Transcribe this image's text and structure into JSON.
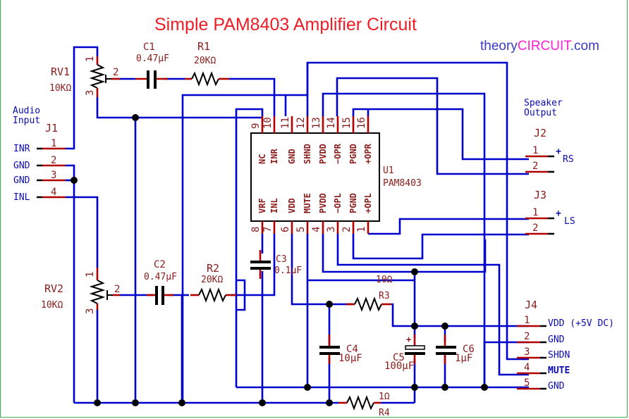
{
  "title": "Simple PAM8403 Amplifier Circuit",
  "brand": {
    "prefix": "theory",
    "highlight": "CIRCUIT",
    "suffix": ".com"
  },
  "colors": {
    "title": "#ee1c24",
    "wire": "#0000cc",
    "component_label": "#8b1a1a",
    "net_label": "#0b0bb0",
    "brand_blue": "#3a3acc",
    "brand_pink": "#ff1fd2"
  },
  "sections": {
    "audio_input": [
      "Audio",
      "Input"
    ],
    "speaker_output": [
      "Speaker",
      "Output"
    ]
  },
  "components": {
    "RV1": {
      "ref": "RV1",
      "value": "10KΩ",
      "pins": [
        "1",
        "2",
        "3"
      ]
    },
    "RV2": {
      "ref": "RV2",
      "value": "10KΩ",
      "pins": [
        "1",
        "2",
        "3"
      ]
    },
    "C1": {
      "ref": "C1",
      "value": "0.47µF"
    },
    "C2": {
      "ref": "C2",
      "value": "0.47µF"
    },
    "C3": {
      "ref": "C3",
      "value": "0.1µF"
    },
    "C4": {
      "ref": "C4",
      "value": "10µF"
    },
    "C5": {
      "ref": "C5",
      "value": "100µF",
      "polarity": "+"
    },
    "C6": {
      "ref": "C6",
      "value": "1µF"
    },
    "R1": {
      "ref": "R1",
      "value": "20KΩ"
    },
    "R2": {
      "ref": "R2",
      "value": "20KΩ"
    },
    "R3": {
      "ref": "R3",
      "value": "10Ω"
    },
    "R4": {
      "ref": "R4",
      "value": "1Ω"
    },
    "U1": {
      "ref": "U1",
      "part": "PAM8403",
      "top_pins": [
        {
          "num": "9",
          "name": "NC"
        },
        {
          "num": "10",
          "name": "INR"
        },
        {
          "num": "11",
          "name": "GND"
        },
        {
          "num": "12",
          "name": "SHND"
        },
        {
          "num": "13",
          "name": "PVDD"
        },
        {
          "num": "14",
          "name": "−OPR"
        },
        {
          "num": "15",
          "name": "PGND"
        },
        {
          "num": "16",
          "name": "+OPR"
        }
      ],
      "bottom_pins": [
        {
          "num": "8",
          "name": "VRF"
        },
        {
          "num": "7",
          "name": "INL"
        },
        {
          "num": "6",
          "name": "VDD"
        },
        {
          "num": "5",
          "name": "MUTE"
        },
        {
          "num": "4",
          "name": "PVDD"
        },
        {
          "num": "3",
          "name": "−OPL"
        },
        {
          "num": "2",
          "name": "PGND"
        },
        {
          "num": "1",
          "name": "+OPL"
        }
      ]
    },
    "J1": {
      "ref": "J1",
      "pins": [
        {
          "num": "1",
          "net": "INR"
        },
        {
          "num": "2",
          "net": "GND"
        },
        {
          "num": "3",
          "net": "GND"
        },
        {
          "num": "4",
          "net": "INL"
        }
      ]
    },
    "J2": {
      "ref": "J2",
      "pins": [
        {
          "num": "1"
        },
        {
          "num": "2"
        }
      ],
      "polarity": "+",
      "net": "RS"
    },
    "J3": {
      "ref": "J3",
      "pins": [
        {
          "num": "1"
        },
        {
          "num": "2"
        }
      ],
      "polarity": "+",
      "net": "LS"
    },
    "J4": {
      "ref": "J4",
      "pins": [
        {
          "num": "1",
          "net": "VDD (+5V DC)"
        },
        {
          "num": "2",
          "net": "GND"
        },
        {
          "num": "3",
          "net": "SHDN"
        },
        {
          "num": "4",
          "net": "MUTE"
        },
        {
          "num": "5",
          "net": "GND"
        }
      ]
    }
  }
}
